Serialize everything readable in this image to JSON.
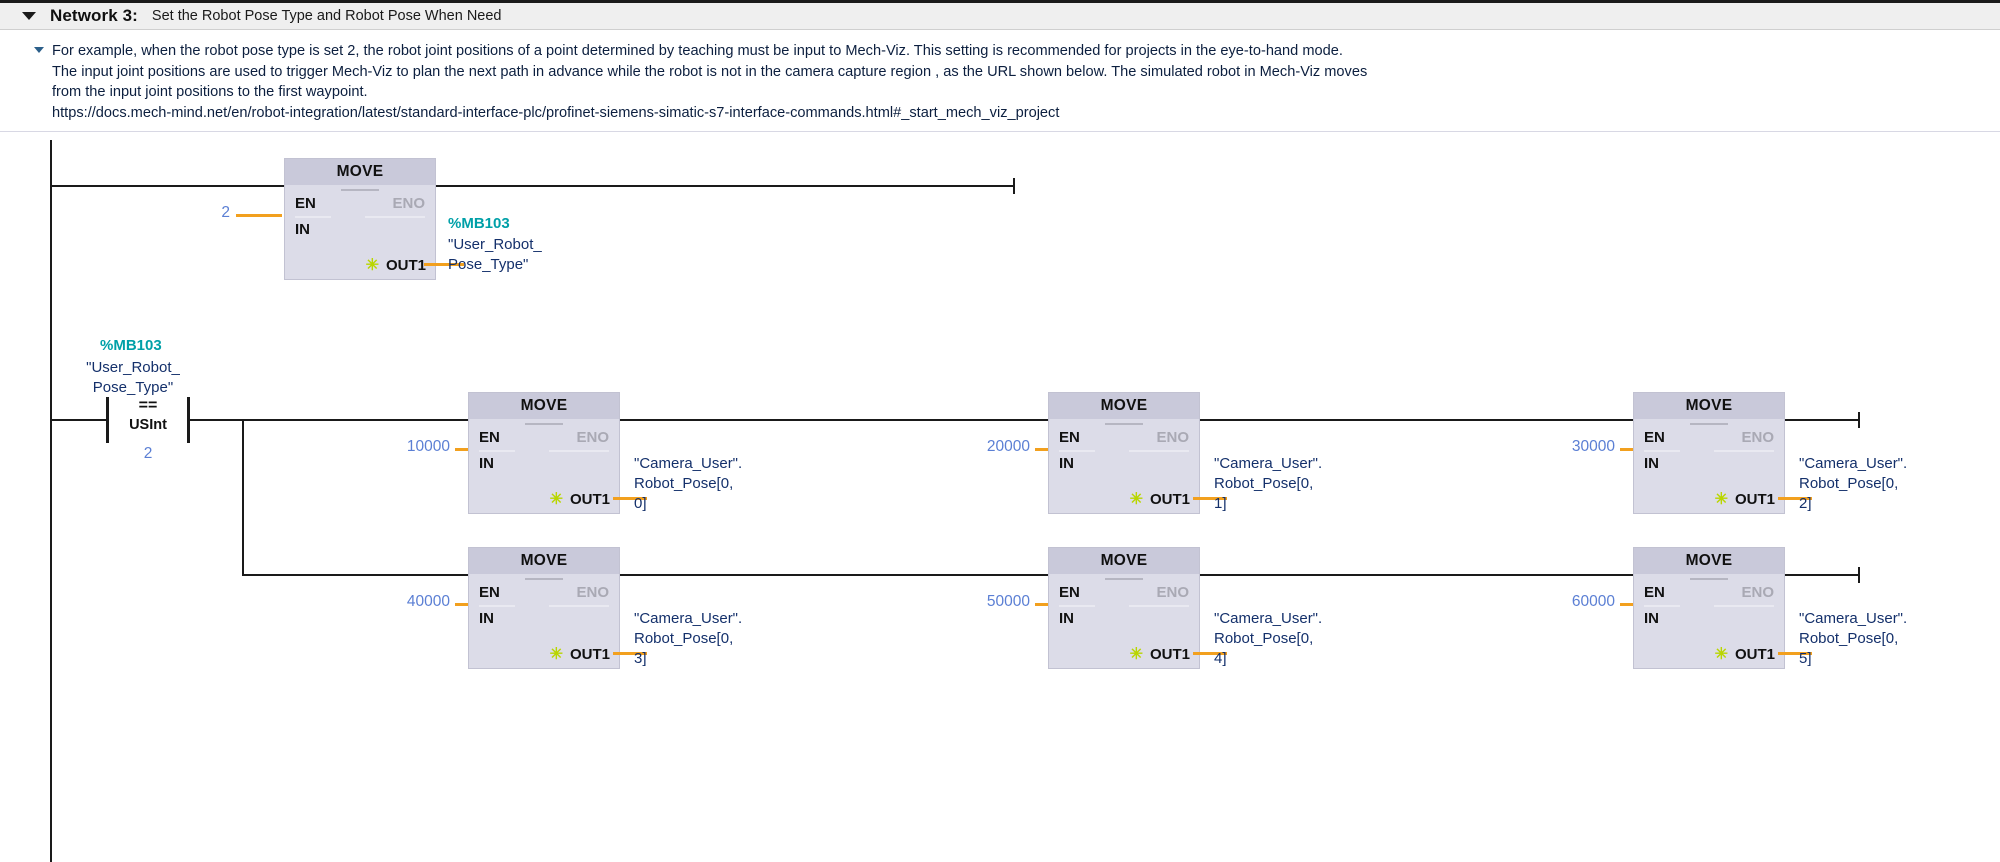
{
  "header": {
    "collapse_icon": "triangle-down-icon",
    "network_label": "Network 3:",
    "network_title": "Set the Robot Pose Type and Robot Pose When Need"
  },
  "comment": {
    "collapse_icon": "triangle-down-icon",
    "lines": [
      "For example, when the robot pose type is set 2, the robot joint positions of a point determined by teaching must be input to Mech-Viz. This setting is recommended for projects in the eye-to-hand mode.",
      "The input joint positions are used to trigger Mech-Viz to plan the next path in advance while the robot is not in the camera capture region , as the URL shown below. The simulated robot in Mech-Viz moves",
      "from the input joint positions to the first waypoint."
    ],
    "url": "https://docs.mech-mind.net/en/robot-integration/latest/standard-interface-plc/profinet-siemens-simatic-s7-interface-commands.html#_start_mech_viz_project"
  },
  "colors": {
    "address_teal": "#00a0a8",
    "tag_navy": "#14306b",
    "constant_blue": "#5b7fd4",
    "stub_orange": "#f2a01e",
    "block_body": "#dcdce8",
    "block_title": "#c9c9da",
    "rail_black": "#1a1a1a",
    "star_green": "#b9d600"
  },
  "rung1": {
    "block": {
      "title": "MOVE",
      "en": "EN",
      "eno": "ENO",
      "in_label": "IN",
      "out_label": "OUT1",
      "star_icon": "star-burst-icon",
      "in_value": "2"
    },
    "out_tag": {
      "address": "%MB103",
      "name_line1": "\"User_Robot_",
      "name_line2": "Pose_Type\""
    }
  },
  "rung2": {
    "contact": {
      "address": "%MB103",
      "name_line1": "\"User_Robot_",
      "name_line2": "Pose_Type\"",
      "operator": "==",
      "datatype": "USInt",
      "compare_value": "2"
    },
    "branches": [
      {
        "blocks": [
          {
            "title": "MOVE",
            "en": "EN",
            "eno": "ENO",
            "in_label": "IN",
            "out_label": "OUT1",
            "star_icon": "star-burst-icon",
            "in_value": "10000",
            "out_line1": "\"Camera_User\".",
            "out_line2": "Robot_Pose[0,",
            "out_line3": "0]"
          },
          {
            "title": "MOVE",
            "en": "EN",
            "eno": "ENO",
            "in_label": "IN",
            "out_label": "OUT1",
            "star_icon": "star-burst-icon",
            "in_value": "20000",
            "out_line1": "\"Camera_User\".",
            "out_line2": "Robot_Pose[0,",
            "out_line3": "1]"
          },
          {
            "title": "MOVE",
            "en": "EN",
            "eno": "ENO",
            "in_label": "IN",
            "out_label": "OUT1",
            "star_icon": "star-burst-icon",
            "in_value": "30000",
            "out_line1": "\"Camera_User\".",
            "out_line2": "Robot_Pose[0,",
            "out_line3": "2]"
          }
        ]
      },
      {
        "blocks": [
          {
            "title": "MOVE",
            "en": "EN",
            "eno": "ENO",
            "in_label": "IN",
            "out_label": "OUT1",
            "star_icon": "star-burst-icon",
            "in_value": "40000",
            "out_line1": "\"Camera_User\".",
            "out_line2": "Robot_Pose[0,",
            "out_line3": "3]"
          },
          {
            "title": "MOVE",
            "en": "EN",
            "eno": "ENO",
            "in_label": "IN",
            "out_label": "OUT1",
            "star_icon": "star-burst-icon",
            "in_value": "50000",
            "out_line1": "\"Camera_User\".",
            "out_line2": "Robot_Pose[0,",
            "out_line3": "4]"
          },
          {
            "title": "MOVE",
            "en": "EN",
            "eno": "ENO",
            "in_label": "IN",
            "out_label": "OUT1",
            "star_icon": "star-burst-icon",
            "in_value": "60000",
            "out_line1": "\"Camera_User\".",
            "out_line2": "Robot_Pose[0,",
            "out_line3": "5]"
          }
        ]
      }
    ]
  }
}
